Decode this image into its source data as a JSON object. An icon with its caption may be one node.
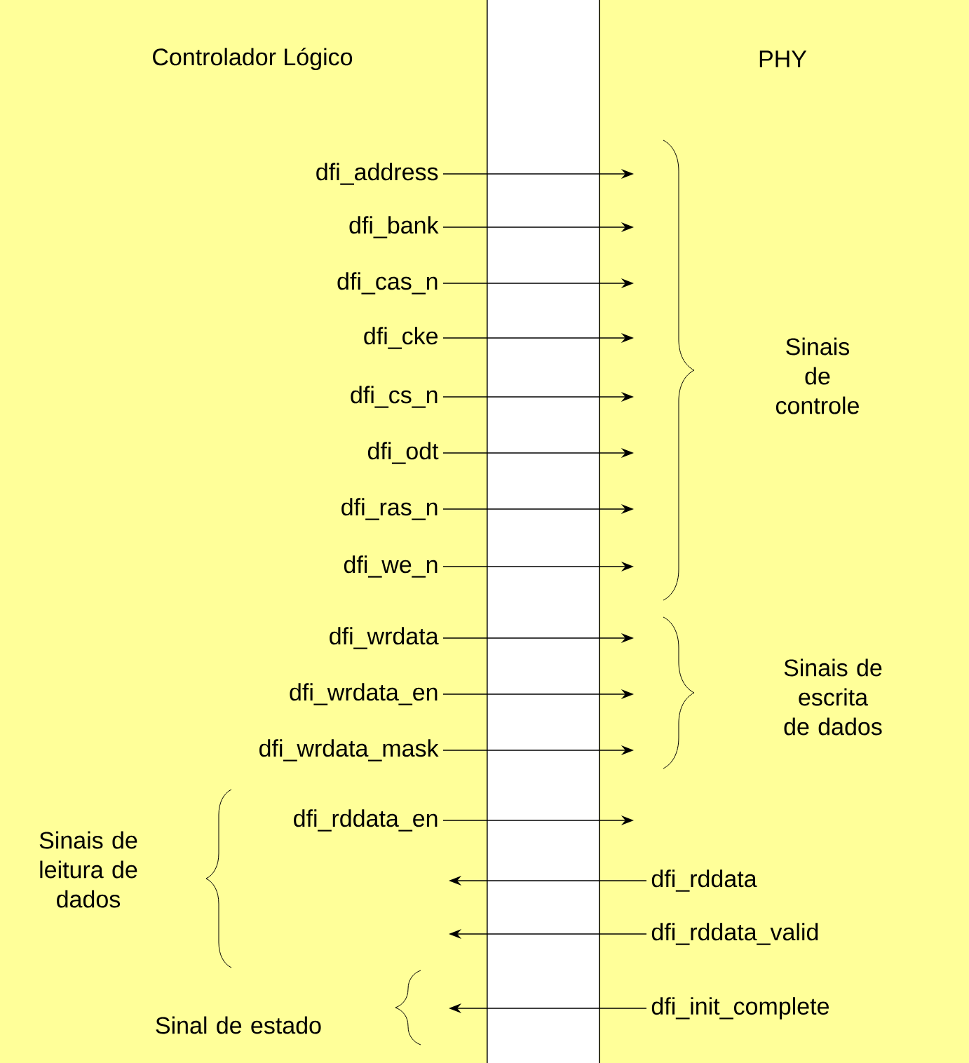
{
  "diagram": {
    "nodes": [
      {
        "text": [
          "Controlador Lógico"
        ]
      },
      {
        "text": [
          "PHY"
        ]
      },
      {
        "text": [
          "dfi_address"
        ],
        "in": 0
      },
      {
        "text": [
          "dfi_bank"
        ],
        "in": 0
      },
      {
        "text": [
          "dfi_cas_n"
        ],
        "in": 0
      },
      {
        "text": [
          "dfi_cke"
        ],
        "in": 0
      },
      {
        "text": [
          "dfi_cs_n"
        ],
        "in": 0
      },
      {
        "text": [
          "dfi_odt"
        ],
        "in": 0
      },
      {
        "text": [
          "dfi_ras_n"
        ],
        "in": 0
      },
      {
        "text": [
          "dfi_we_n"
        ],
        "in": 0
      },
      {
        "text": [
          "dfi_wrdata"
        ],
        "in": 0
      },
      {
        "text": [
          "dfi_wrdata_en"
        ],
        "in": 0
      },
      {
        "text": [
          "dfi_wrdata_mask"
        ],
        "in": 0
      },
      {
        "text": [
          "dfi_rddata_en"
        ],
        "in": 0
      },
      {
        "text": [
          "dfi_rddata"
        ],
        "in": 1
      },
      {
        "text": [
          "dfi_rddata_valid"
        ],
        "in": 1
      },
      {
        "text": [
          "dfi_init_complete"
        ],
        "in": 1
      }
    ],
    "edges": [
      {
        "from": 2,
        "to": null,
        "arrow": "to"
      },
      {
        "from": 3,
        "to": null,
        "arrow": "to"
      },
      {
        "from": 4,
        "to": null,
        "arrow": "to"
      },
      {
        "from": 5,
        "to": null,
        "arrow": "to"
      },
      {
        "from": 6,
        "to": null,
        "arrow": "to"
      },
      {
        "from": 7,
        "to": null,
        "arrow": "to"
      },
      {
        "from": 8,
        "to": null,
        "arrow": "to"
      },
      {
        "from": 9,
        "to": null,
        "arrow": "to"
      },
      {
        "from": 10,
        "to": null,
        "arrow": "to"
      },
      {
        "from": 11,
        "to": null,
        "arrow": "to"
      },
      {
        "from": 12,
        "to": null,
        "arrow": "to"
      },
      {
        "from": 13,
        "to": null,
        "arrow": "to"
      },
      {
        "from": 14,
        "to": null,
        "arrow": "to"
      },
      {
        "from": 15,
        "to": null,
        "arrow": "to"
      },
      {
        "from": 16,
        "to": null,
        "arrow": "to"
      }
    ],
    "labels": [
      "Sinais de controle",
      "Sinais de escrita de dados",
      "Sinais de leitura de dados",
      "Sinal de estado"
    ]
  }
}
